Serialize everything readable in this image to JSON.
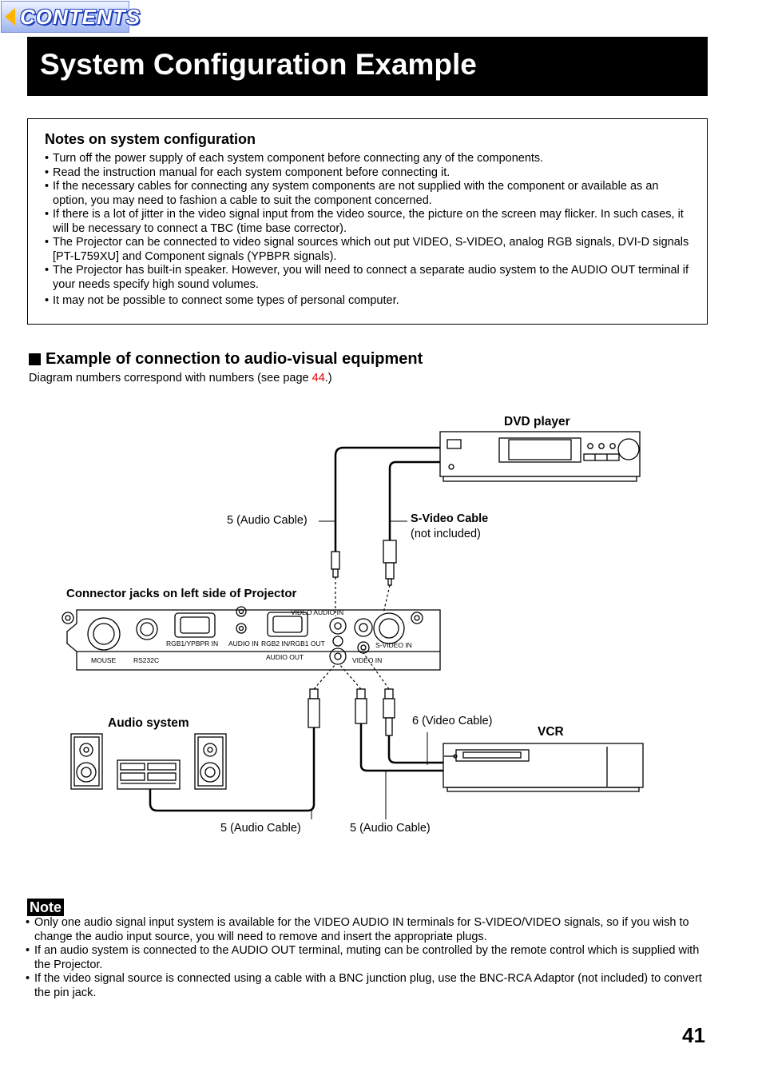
{
  "nav": {
    "contents_label": "CONTENTS"
  },
  "page": {
    "title": "System Configuration Example",
    "number": "41"
  },
  "notes": {
    "heading": "Notes on system configuration",
    "items": [
      "Turn off the power supply of each system component before connecting any of the components.",
      "Read the instruction manual for each system component before connecting it.",
      "If the necessary cables for connecting any system components are not supplied with the component or available as an option, you may need to fashion a cable to suit the component concerned.",
      "If there is a lot of jitter in the video signal input from the video source, the picture on the screen may flicker. In such cases, it will be necessary to connect a TBC (time base corrector).",
      "The Projector can be connected to video signal sources which out put VIDEO, S-VIDEO, analog RGB signals, DVI-D signals [PT-L759XU] and Component signals (YPBPR signals).",
      "The Projector has built-in speaker. However, you will need to connect a separate audio system to the AUDIO OUT terminal if your needs specify high sound volumes.",
      "It may not be possible to connect some types of personal computer."
    ]
  },
  "section": {
    "heading": "Example of connection to audio-visual equipment",
    "sub_prefix": "Diagram numbers correspond with numbers (see page ",
    "sub_link": "44",
    "sub_suffix": ".)"
  },
  "diagram": {
    "dvd_label": "DVD player",
    "audio_cable_top": "5 (Audio Cable)",
    "svideo_cable": "S-Video Cable",
    "svideo_note": "(not included)",
    "connector_heading": "Connector jacks on left side of Projector",
    "audio_system": "Audio system",
    "video_cable": "6 (Video Cable)",
    "vcr_label": "VCR",
    "audio_cable_left": "5 (Audio Cable)",
    "audio_cable_right": "5 (Audio Cable)",
    "panel": {
      "video_audio_in": "VIDEO AUDIO IN",
      "rgb1_in": "RGB1/YPBPR IN",
      "audio_in": "AUDIO IN",
      "rgb2": "RGB2 IN/RGB1 OUT",
      "svideo_in": "S-VIDEO IN",
      "mouse": "MOUSE",
      "rs232c": "RS232C",
      "audio_out": "AUDIO OUT",
      "video_in": "VIDEO IN"
    }
  },
  "note": {
    "title": "Note",
    "items": [
      "Only one audio signal input system is available for the VIDEO AUDIO IN terminals for S-VIDEO/VIDEO signals, so if you wish to change the audio input source, you will need to remove and insert the appropriate plugs.",
      "If an audio system is connected to the AUDIO OUT terminal, muting can be controlled by the remote control which is supplied with the Projector.",
      "If the video signal source is connected using a cable with a BNC junction plug, use the BNC-RCA Adaptor (not included) to convert the pin jack."
    ]
  },
  "colors": {
    "link": "#e00000",
    "title_bar": "#000000",
    "contents_accent": "#ffb400"
  }
}
